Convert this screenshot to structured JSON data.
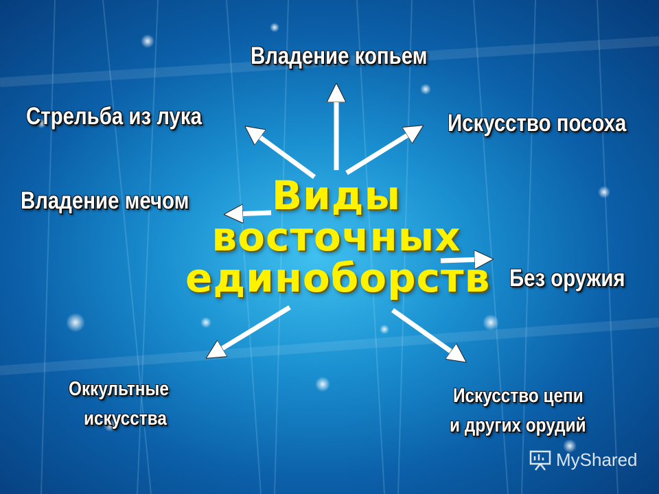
{
  "slide": {
    "title_lines": [
      "Виды",
      "восточных",
      "единоборств"
    ],
    "labels": {
      "spear": "Владение копьем",
      "archery": "Стрельба из лука",
      "staff": "Искусство посоха",
      "sword": "Владение мечом",
      "unarmed": "Без оружия",
      "occult_line1": "Оккультные",
      "occult_line2": "искусства",
      "chain_line1": "Искусство цепи",
      "chain_line2": "и других орудий"
    }
  },
  "watermark": {
    "text": "MyShared",
    "icon": "presentation-board-icon"
  },
  "colors": {
    "title": "#fff200",
    "label": "#ffffff",
    "arrow": "#ffffff",
    "background": "#0b5fa8"
  }
}
